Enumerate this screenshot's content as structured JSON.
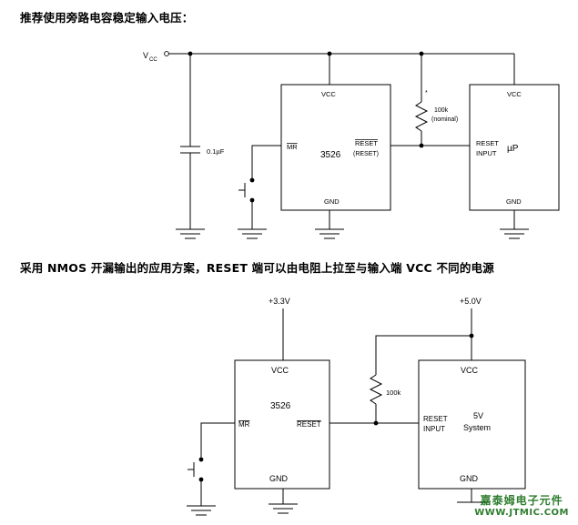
{
  "headings": {
    "top": "推荐使用旁路电容稳定输入电压：",
    "bottom": "采用 NMOS 开漏输出的应用方案，RESET 端可以由电阻上拉至与输入端 VCC 不同的电源"
  },
  "circuit1": {
    "vcc_label": "V",
    "vcc_sub": "CC",
    "capacitor_label": "0.1µF",
    "resistor_label_1": "100k",
    "resistor_label_2": "(nominal)",
    "resistor_star": "*",
    "ic_left": {
      "vcc": "VCC",
      "mr": "MR",
      "part": "3526",
      "reset": "RESET",
      "reset_note": "(RESET)",
      "gnd": "GND"
    },
    "ic_right": {
      "vcc": "VCC",
      "reset_input_1": "RESET",
      "reset_input_2": "INPUT",
      "name": "µP",
      "gnd": "GND"
    }
  },
  "circuit2": {
    "supply_left": "+3.3V",
    "supply_right": "+5.0V",
    "resistor_label": "100k",
    "ic_left": {
      "vcc": "VCC",
      "part": "3526",
      "mr": "MR",
      "reset": "RESET",
      "gnd": "GND"
    },
    "ic_right": {
      "vcc": "VCC",
      "reset_input_1": "RESET",
      "reset_input_2": "INPUT",
      "name_1": "5V",
      "name_2": "System",
      "gnd": "GND"
    }
  },
  "watermark": {
    "line1": "嘉泰姆电子元件",
    "line2": "WWW.JTMIC.COM"
  }
}
